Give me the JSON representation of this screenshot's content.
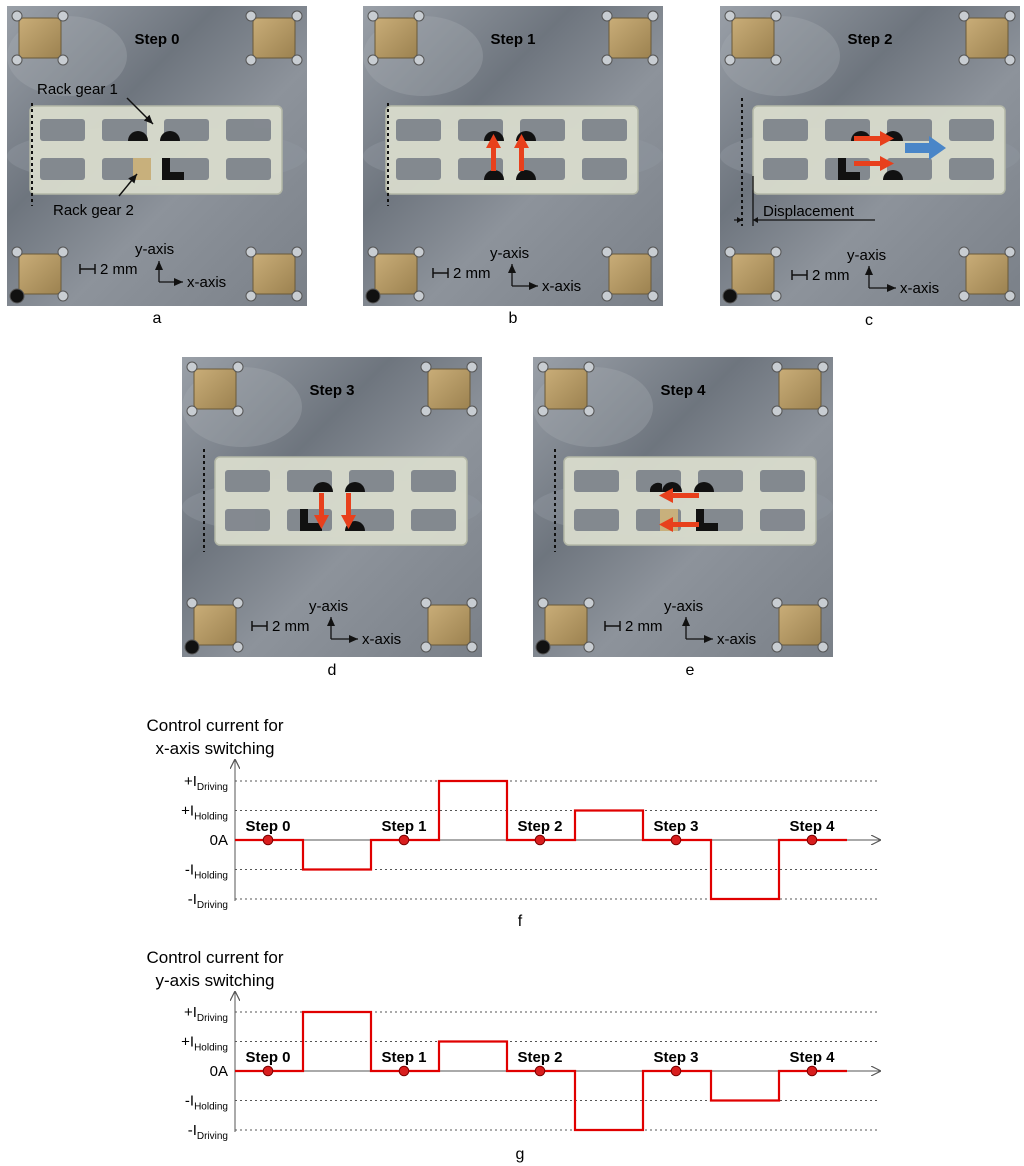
{
  "panels": [
    {
      "id": "a",
      "caption": "a",
      "title": "Step 0",
      "labels": {
        "rack1": "Rack gear 1",
        "rack2": "Rack gear 2"
      },
      "arrows": "none",
      "scale": "2 mm",
      "y_axis": "y-axis",
      "x_axis": "x-axis"
    },
    {
      "id": "b",
      "caption": "b",
      "title": "Step 1",
      "arrows": "up",
      "scale": "2 mm",
      "y_axis": "y-axis",
      "x_axis": "x-axis"
    },
    {
      "id": "c",
      "caption": "c",
      "title": "Step 2",
      "arrows": "right",
      "displacement": "Displacement",
      "scale": "2 mm",
      "y_axis": "y-axis",
      "x_axis": "x-axis"
    },
    {
      "id": "d",
      "caption": "d",
      "title": "Step 3",
      "arrows": "down",
      "scale": "2 mm",
      "y_axis": "y-axis",
      "x_axis": "x-axis"
    },
    {
      "id": "e",
      "caption": "e",
      "title": "Step 4",
      "arrows": "left",
      "scale": "2 mm",
      "y_axis": "y-axis",
      "x_axis": "x-axis"
    }
  ],
  "colors": {
    "signal": "#e00000",
    "marker": "#d81e1e",
    "arrow_red": "#e8401c",
    "arrow_blue": "#4a86c8",
    "gear": "#111111",
    "frame": "#d9dccd"
  },
  "chart_data": [
    {
      "type": "line",
      "caption": "f",
      "title_line1": "Control current for",
      "title_line2": "x-axis switching",
      "levels": [
        "+IDriving",
        "+IHolding",
        "0A",
        "-IHolding",
        "-IDriving"
      ],
      "level_labels": [
        {
          "sign": "+I",
          "sub": "Driving"
        },
        {
          "sign": "+I",
          "sub": "Holding"
        },
        {
          "sign": "0A",
          "sub": ""
        },
        {
          "sign": "-I",
          "sub": "Holding"
        },
        {
          "sign": "-I",
          "sub": "Driving"
        }
      ],
      "steps": [
        "Step 0",
        "Step 1",
        "Step 2",
        "Step 3",
        "Step 4"
      ],
      "x": [
        0,
        1,
        2,
        3,
        4,
        5,
        6,
        7,
        8,
        9
      ],
      "values": [
        0,
        -1,
        0,
        2,
        0,
        1,
        0,
        -2,
        0,
        0
      ]
    },
    {
      "type": "line",
      "caption": "g",
      "title_line1": "Control current for",
      "title_line2": "y-axis switching",
      "levels": [
        "+IDriving",
        "+IHolding",
        "0A",
        "-IHolding",
        "-IDriving"
      ],
      "level_labels": [
        {
          "sign": "+I",
          "sub": "Driving"
        },
        {
          "sign": "+I",
          "sub": "Holding"
        },
        {
          "sign": "0A",
          "sub": ""
        },
        {
          "sign": "-I",
          "sub": "Holding"
        },
        {
          "sign": "-I",
          "sub": "Driving"
        }
      ],
      "steps": [
        "Step 0",
        "Step 1",
        "Step 2",
        "Step 3",
        "Step 4"
      ],
      "x": [
        0,
        1,
        2,
        3,
        4,
        5,
        6,
        7,
        8,
        9
      ],
      "values": [
        0,
        2,
        0,
        1,
        0,
        -2,
        0,
        -1,
        0,
        0
      ]
    }
  ]
}
